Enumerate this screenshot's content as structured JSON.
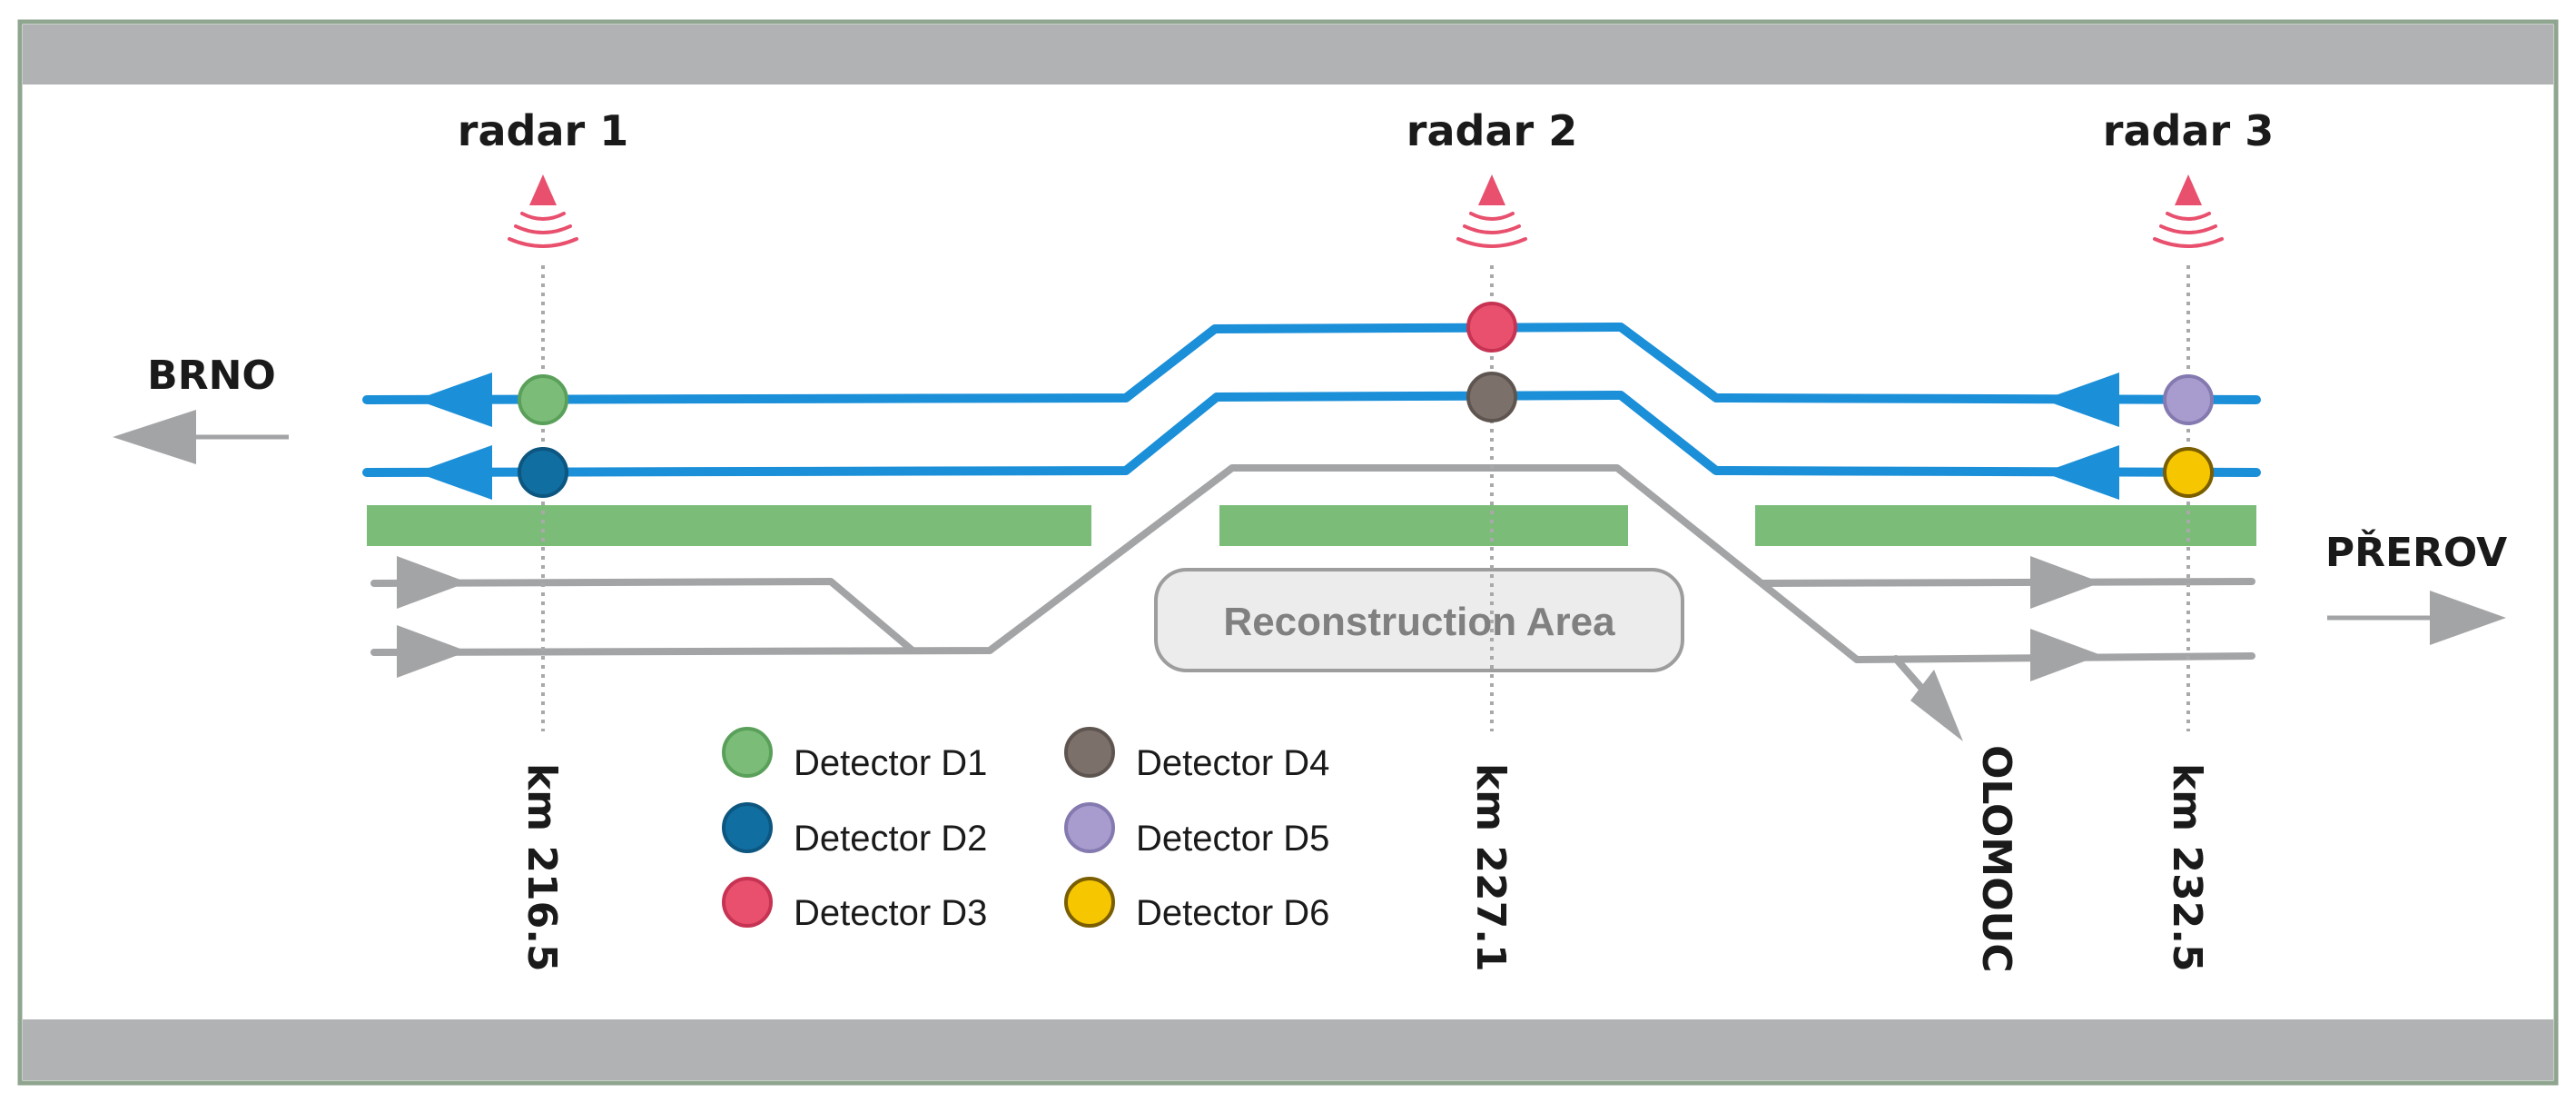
{
  "colors": {
    "frame_border": "#8fa58f",
    "band_gray": "#b1b2b4",
    "track_blue": "#1b8fd8",
    "track_gray": "#a3a4a6",
    "platform_green": "#7bbd78",
    "radar_red": "#e8506e",
    "dotted": "#a9a9a9",
    "area_fill": "#ececec",
    "area_border": "#9d9d9d"
  },
  "cities": {
    "west": "BRNO",
    "east": "PŘEROV",
    "branch": "OLOMOUC"
  },
  "radars": [
    {
      "label": "radar 1",
      "km": "km 216.5",
      "icon": "radar-signal-icon"
    },
    {
      "label": "radar 2",
      "km": "km 227.1",
      "icon": "radar-signal-icon"
    },
    {
      "label": "radar 3",
      "km": "km 232.5",
      "icon": "radar-signal-icon"
    }
  ],
  "reconstruction_area": "Reconstruction Area",
  "detectors": [
    {
      "id": "D1",
      "label": "Detector D1",
      "color": "#7bbd78",
      "stroke": "#5aa05a"
    },
    {
      "id": "D2",
      "label": "Detector D2",
      "color": "#116ea0",
      "stroke": "#0c5680"
    },
    {
      "id": "D3",
      "label": "Detector D3",
      "color": "#e8506e",
      "stroke": "#c73352"
    },
    {
      "id": "D4",
      "label": "Detector D4",
      "color": "#7c706a",
      "stroke": "#5f5550"
    },
    {
      "id": "D5",
      "label": "Detector D5",
      "color": "#a89ccf",
      "stroke": "#857ab0"
    },
    {
      "id": "D6",
      "label": "Detector D6",
      "color": "#f6c700",
      "stroke": "#7a5e00"
    }
  ]
}
